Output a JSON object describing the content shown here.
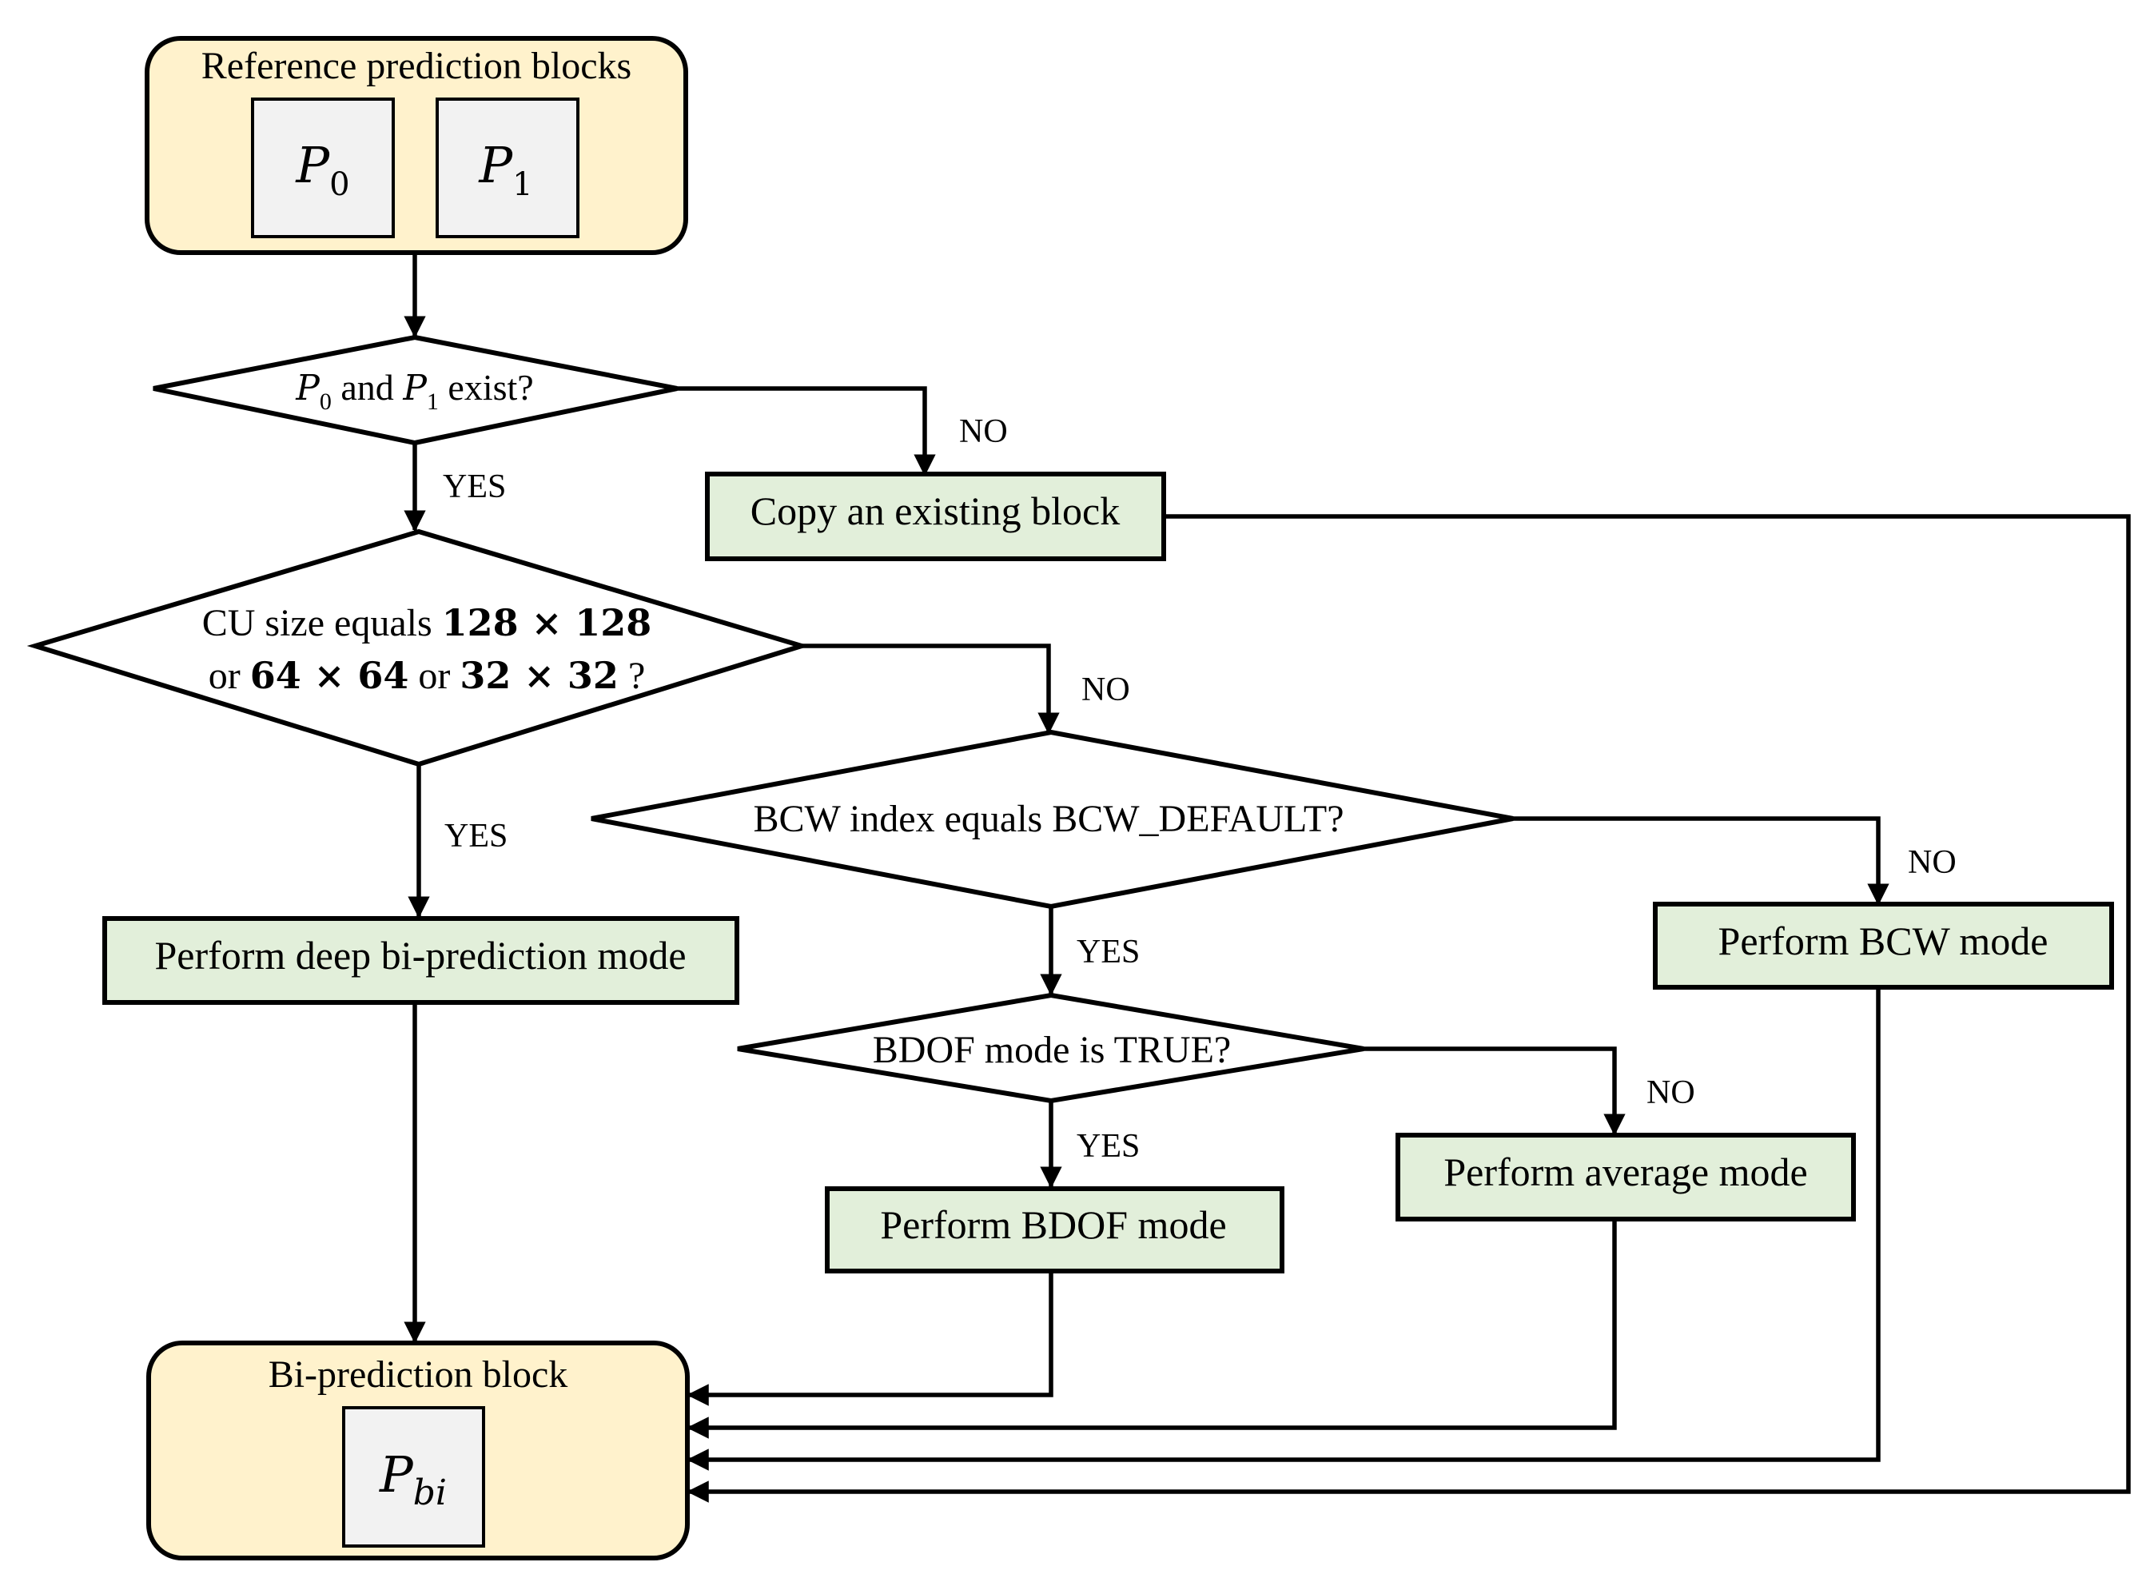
{
  "terminals": {
    "start_title": "Reference prediction blocks",
    "end_title": "Bi-prediction block"
  },
  "blocks": {
    "p0": {
      "base": "P",
      "sub": "0"
    },
    "p1": {
      "base": "P",
      "sub": "1"
    },
    "pbi": {
      "base": "P",
      "sub": "bi"
    }
  },
  "decisions": {
    "exist": {
      "p0_base": "P",
      "p0_sub": "0",
      "mid": " and ",
      "p1_base": "P",
      "p1_sub": "1",
      "tail": " exist?"
    },
    "cu_size": {
      "line1_text": "CU size equals ",
      "line1_math": "128 × 128",
      "line2_or1": "or ",
      "line2_math1": "64 × 64",
      "line2_or2": " or ",
      "line2_math2": "32 × 32",
      "line2_tail": " ?"
    },
    "bcw": "BCW index equals BCW_DEFAULT?",
    "bdof": "BDOF mode is TRUE?"
  },
  "processes": {
    "copy": "Copy an existing block",
    "deep": "Perform deep bi-prediction mode",
    "bcw_mode": "Perform BCW mode",
    "average": "Perform average mode",
    "bdof_mode": "Perform BDOF mode"
  },
  "edge_labels": {
    "yes": "YES",
    "no": "NO"
  }
}
